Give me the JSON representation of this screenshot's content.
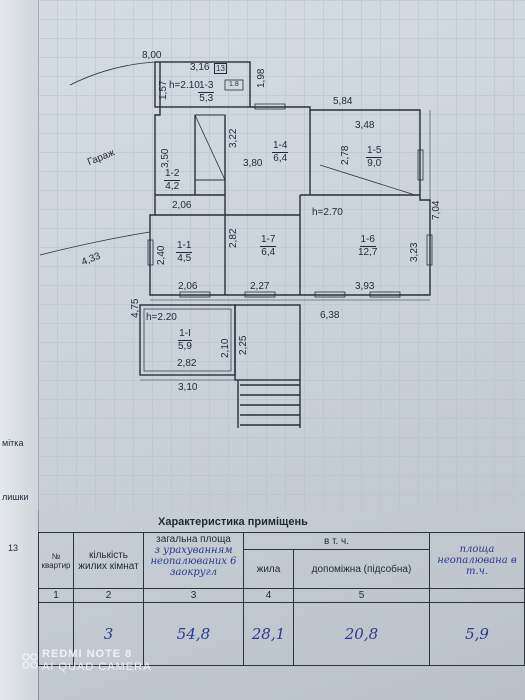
{
  "plan": {
    "dims": {
      "top_800": "8,00",
      "d316": "3,16",
      "d157": "1,57",
      "d198": "1,98",
      "d584": "5,84",
      "d348": "3,48",
      "d350": "3,50",
      "d322": "3,22",
      "d380": "3,80",
      "d278": "2,78",
      "d704": "7,04",
      "d206a": "2,06",
      "d270h": "h=2.70",
      "d240": "2,40",
      "d282a": "2,82",
      "d323": "3,23",
      "d206b": "2,06",
      "d227": "2,27",
      "d393": "3,93",
      "d475": "4,75",
      "d638": "6,38",
      "d220h": "h=2.20",
      "d210": "2,10",
      "d225": "2,25",
      "d282b": "2,82",
      "d310": "3,10",
      "d433": "4,33",
      "h210": "h=2.10",
      "garage": "Гараж",
      "small_box": "13",
      "small_box2": "1.8"
    },
    "rooms": [
      {
        "id": "1-3",
        "area": "5,3"
      },
      {
        "id": "1-4",
        "area": "6,4"
      },
      {
        "id": "1-5",
        "area": "9,0"
      },
      {
        "id": "1-2",
        "area": "4,2"
      },
      {
        "id": "1-1",
        "area": "4,5"
      },
      {
        "id": "1-7",
        "area": "6,4"
      },
      {
        "id": "1-6",
        "area": "12,7"
      },
      {
        "id": "1-I",
        "area": "5,9"
      }
    ]
  },
  "side": {
    "label1": "мітка",
    "label2": "лишки",
    "label3": "13"
  },
  "table": {
    "title": "Характеристика приміщень",
    "headers": {
      "apartment": "№ квартир",
      "rooms": "кількість жилих кімнат",
      "total": "загальна площа",
      "vtch": "в т. ч.",
      "living": "жила",
      "aux": "допоміжна (підсобна)",
      "extra": "в т.ч."
    },
    "numbers": {
      "c1": "1",
      "c2": "2",
      "c3": "3",
      "c4": "4",
      "c5": "5"
    },
    "handwritten": {
      "total_note": "з урахуванням неопалюваних 6 заокругл",
      "extra_note": "площа неопалювана в т.ч.",
      "rooms": "3",
      "total": "54,8",
      "living": "28,1",
      "aux": "20,8",
      "extra": "5,9"
    }
  },
  "watermark": {
    "line1": "REDMI NOTE 8",
    "line2": "AI QUAD CAMERA"
  }
}
